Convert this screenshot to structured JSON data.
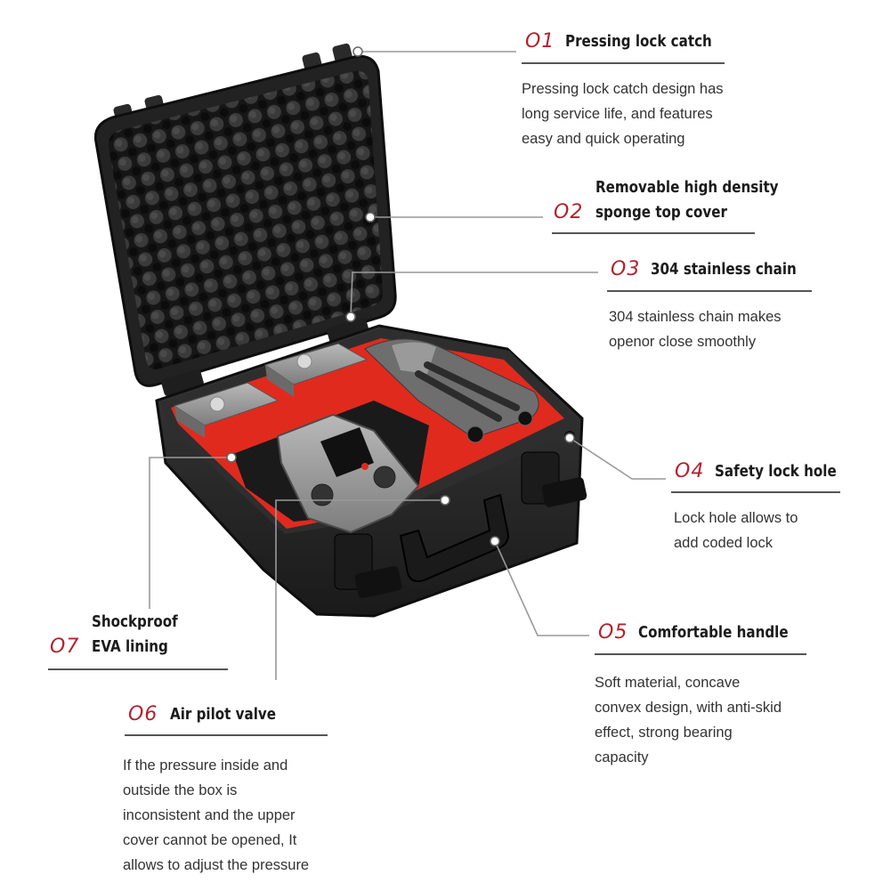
{
  "features": [
    {
      "id": "f01",
      "number": "O1",
      "title": [
        "Pressing lock catch"
      ],
      "desc": [
        "Pressing lock catch design has",
        "long service life, and features",
        "easy and quick operating"
      ]
    },
    {
      "id": "f02",
      "number": "O2",
      "title": [
        "Removable high density",
        "sponge top cover"
      ],
      "desc": []
    },
    {
      "id": "f03",
      "number": "O3",
      "title": [
        "304 stainless chain"
      ],
      "desc": [
        "304 stainless chain makes",
        "openor close smoothly"
      ]
    },
    {
      "id": "f04",
      "number": "O4",
      "title": [
        "Safety lock hole"
      ],
      "desc": [
        "Lock hole allows to",
        "add coded lock"
      ]
    },
    {
      "id": "f05",
      "number": "O5",
      "title": [
        "Comfortable handle"
      ],
      "desc": [
        "Soft material, concave",
        "convex design, with anti-skid",
        "effect, strong bearing",
        "capacity"
      ]
    },
    {
      "id": "f06",
      "number": "O6",
      "title": [
        "Air pilot valve"
      ],
      "desc": [
        "If the pressure inside and",
        "outside the box is",
        "inconsistent and the upper",
        "cover cannot be opened, It",
        "allows to adjust the pressure"
      ]
    },
    {
      "id": "f07",
      "number": "O7",
      "title": [
        "Shockproof",
        "EVA lining"
      ],
      "desc": []
    }
  ],
  "colors": {
    "accent": "#b3212e",
    "case": "#2c2c2c",
    "foam": "#e02a1e",
    "leader": "#999999"
  },
  "icons": [
    "drone-case-illustration",
    "callout-dot-icon"
  ]
}
